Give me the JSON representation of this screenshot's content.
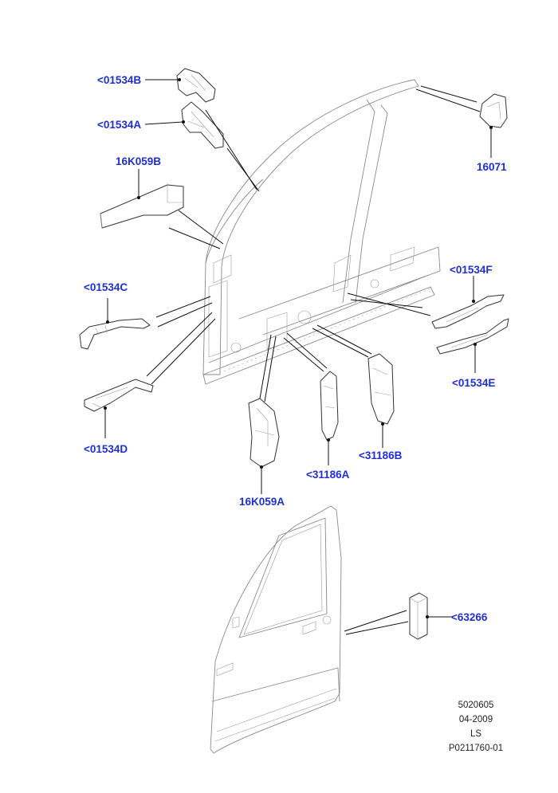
{
  "callouts": [
    {
      "id": "01534B",
      "text": "<01534B"
    },
    {
      "id": "01534A",
      "text": "<01534A"
    },
    {
      "id": "16K059B",
      "text": "16K059B"
    },
    {
      "id": "16071",
      "text": "16071"
    },
    {
      "id": "01534C",
      "text": "<01534C"
    },
    {
      "id": "01534F",
      "text": "<01534F"
    },
    {
      "id": "01534E",
      "text": "<01534E"
    },
    {
      "id": "01534D",
      "text": "<01534D"
    },
    {
      "id": "31186B",
      "text": "<31186B"
    },
    {
      "id": "31186A",
      "text": "<31186A"
    },
    {
      "id": "16K059A",
      "text": "16K059A"
    },
    {
      "id": "63266",
      "text": "<63266"
    }
  ],
  "footer": {
    "line1": "5020605",
    "line2": "04-2009",
    "line3": "LS",
    "line4": "P0211760-01"
  },
  "colors": {
    "callout": "#1f2fd6",
    "line_art": "#333333"
  }
}
